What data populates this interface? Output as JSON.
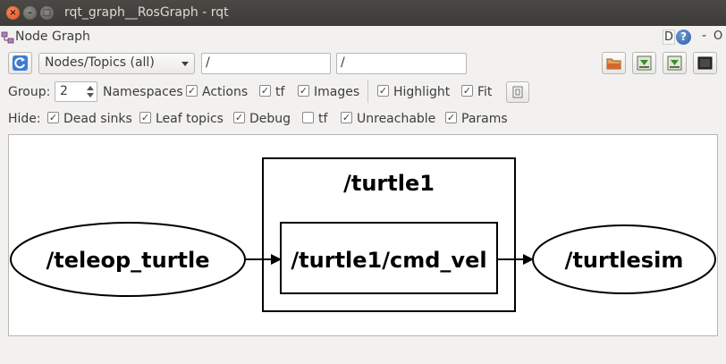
{
  "window": {
    "title": "rqt_graph__RosGraph - rqt",
    "close_glyph": "×",
    "minimize_glyph": "–",
    "maximize_glyph": "□"
  },
  "dock": {
    "title": "Node Graph",
    "d_label": "D",
    "help_label": "?",
    "dash_label": "-",
    "o_label": "O"
  },
  "toolbar": {
    "graph_type": "Nodes/Topics (all)",
    "node_filter": "/",
    "topic_filter": "/"
  },
  "options": {
    "group_label": "Group:",
    "group_value": "2",
    "namespaces_label": "Namespaces",
    "actions_label": "Actions",
    "tf_label": "tf",
    "images_label": "Images",
    "highlight_label": "Highlight",
    "fit_label": "Fit"
  },
  "hide": {
    "label": "Hide:",
    "dead_sinks": "Dead sinks",
    "leaf_topics": "Leaf topics",
    "debug": "Debug",
    "tf": "tf",
    "unreachable": "Unreachable",
    "params": "Params"
  },
  "checks": {
    "namespaces": true,
    "actions": true,
    "tf": true,
    "images": true,
    "highlight": true,
    "fit": true,
    "dead_sinks": true,
    "leaf_topics": true,
    "debug": true,
    "hide_tf": false,
    "unreachable": true,
    "params": true,
    "mark": "✓"
  },
  "graph": {
    "namespace_box": "/turtle1",
    "node_left": "/teleop_turtle",
    "topic": "/turtle1/cmd_vel",
    "node_right": "/turtlesim"
  },
  "colors": {
    "accent_help": "#2d5ea7",
    "title_bar": "#3c3b37",
    "close_button": "#e0501e"
  }
}
